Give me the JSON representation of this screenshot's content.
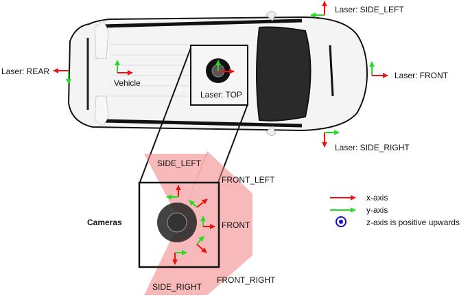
{
  "colors": {
    "x_axis": "#ee1111",
    "y_axis": "#22dd22",
    "z_axis": "#1111cc",
    "fov": "#f08080",
    "car_body": "#f4f4f4",
    "windshield": "#2a2a2a"
  },
  "vehicle": {
    "label": "Vehicle"
  },
  "lasers": {
    "rear": "Laser: REAR",
    "top": "Laser: TOP",
    "front": "Laser: FRONT",
    "side_left": "Laser: SIDE_LEFT",
    "side_right": "Laser: SIDE_RIGHT"
  },
  "cameras": {
    "title": "Cameras",
    "items": [
      {
        "label": "SIDE_LEFT"
      },
      {
        "label": "FRONT_LEFT"
      },
      {
        "label": "FRONT"
      },
      {
        "label": "FRONT_RIGHT"
      },
      {
        "label": "SIDE_RIGHT"
      }
    ]
  },
  "legend": {
    "items": [
      {
        "icon": "red-arrow-icon",
        "label": "x-axis"
      },
      {
        "icon": "green-arrow-icon",
        "label": "y-axis"
      },
      {
        "icon": "z-dot-circle-icon",
        "label": "z-axis is positive upwards"
      }
    ]
  }
}
